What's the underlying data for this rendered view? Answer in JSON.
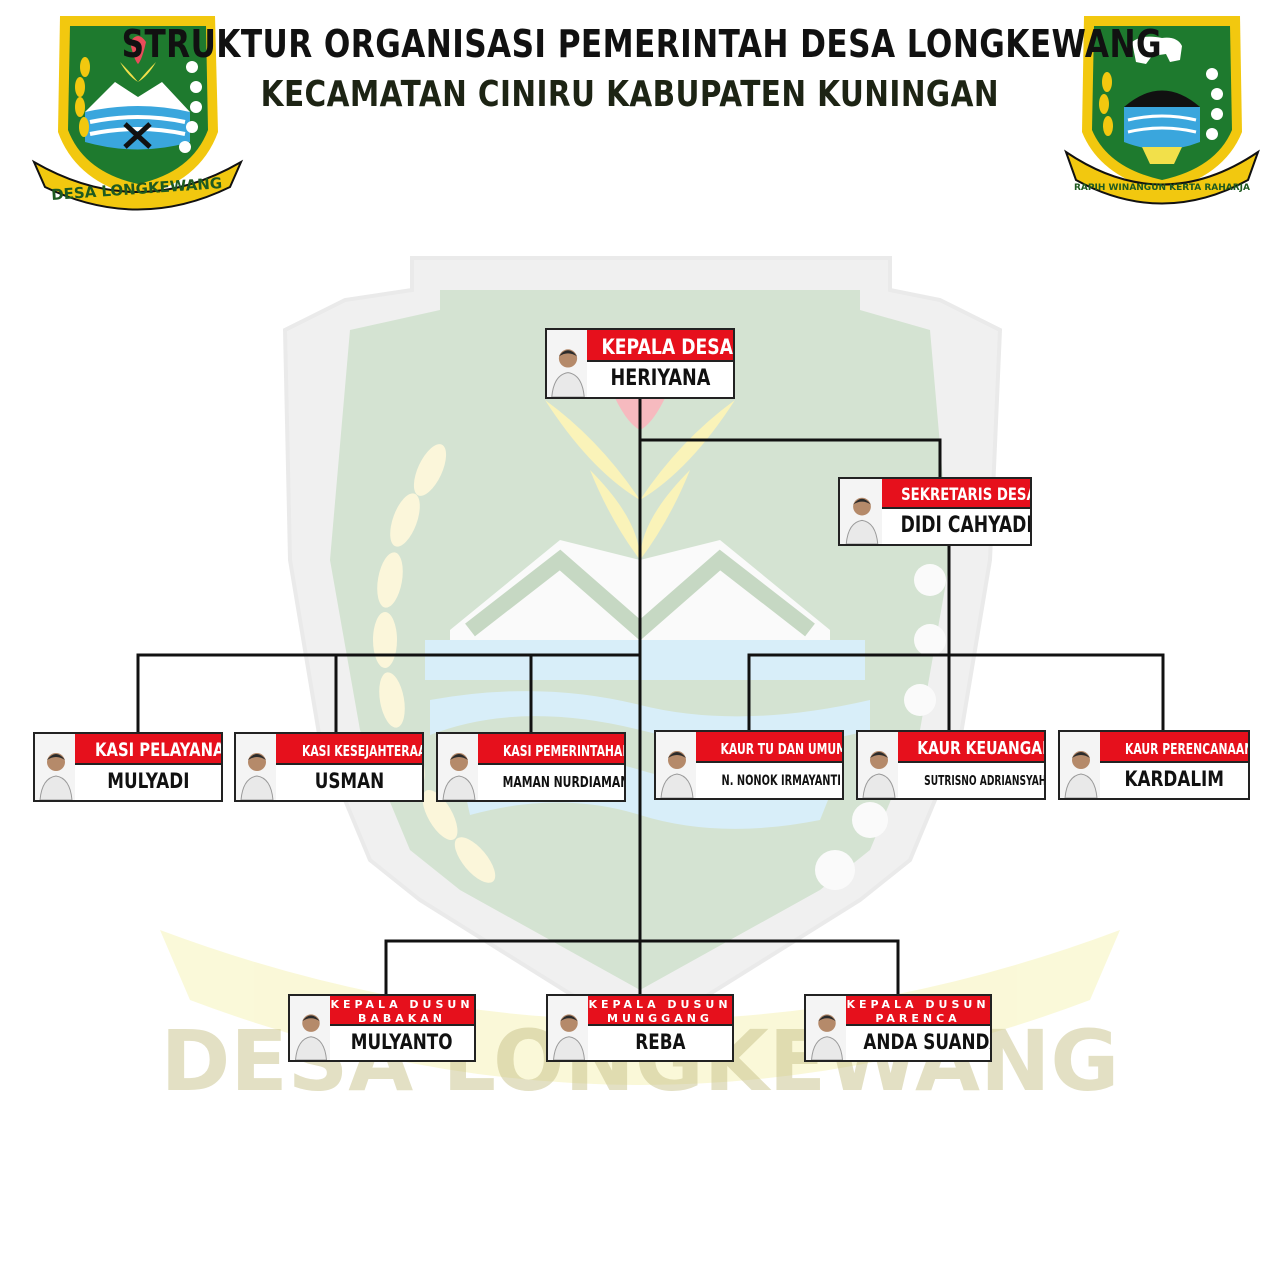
{
  "header": {
    "title_line1": "STRUKTUR ORGANISASI  PEMERINTAH DESA LONGKEWANG",
    "title_line2": "KECAMATAN CINIRU KABUPATEN KUNINGAN"
  },
  "logos": {
    "left": {
      "ribbon_text": "DESA LONGKEWANG",
      "icon": "village-emblem-icon"
    },
    "right": {
      "ribbon_text": "RAPIH WINANGUN KERTA RAHARJA",
      "icon": "regency-emblem-icon"
    }
  },
  "watermark": {
    "text": "DESA LONGKEWANG"
  },
  "colors": {
    "role_bg": "#e6101c",
    "line": "#111111",
    "emblem_green": "#1e7a2e",
    "emblem_yellow": "#f2c80f"
  },
  "org": {
    "head": {
      "role": "KEPALA DESA",
      "name": "HERIYANA"
    },
    "secretary": {
      "role": "SEKRETARIS DESA",
      "name": "DIDI CAHYADI"
    },
    "staff": [
      {
        "role": "KASI PELAYANAN",
        "name": "MULYADI"
      },
      {
        "role": "KASI KESEJAHTERAAN",
        "name": "USMAN"
      },
      {
        "role": "KASI PEMERINTAHAN",
        "name": "MAMAN NURDIAMAN"
      },
      {
        "role": "KAUR TU DAN UMUM",
        "name": "N. NONOK IRMAYANTI"
      },
      {
        "role": "KAUR KEUANGAN",
        "name": "SUTRISNO ADRIANSYAH"
      },
      {
        "role": "KAUR PERENCANAAN",
        "name": "KARDALIM"
      }
    ],
    "dusun": [
      {
        "role_line1": "KEPALA DUSUN",
        "role_line2": "BABAKAN",
        "name": "MULYANTO"
      },
      {
        "role_line1": "KEPALA DUSUN",
        "role_line2": "MUNGGANG",
        "name": "REBA"
      },
      {
        "role_line1": "KEPALA DUSUN",
        "role_line2": "PARENCA",
        "name": "ANDA SUANDA"
      }
    ]
  }
}
